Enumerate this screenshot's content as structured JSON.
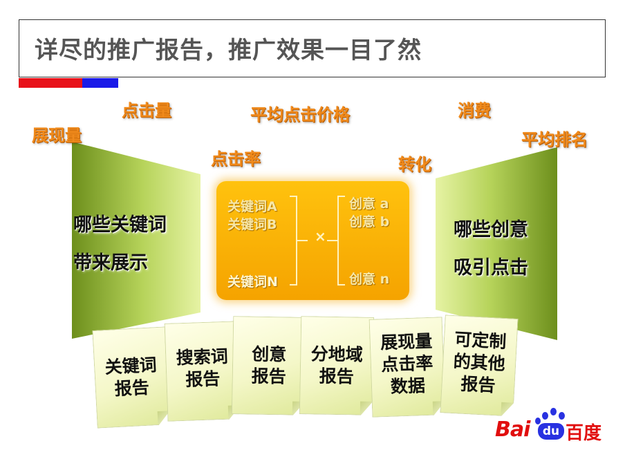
{
  "title": "详尽的推广报告，推广效果一目了然",
  "colors": {
    "red_bar": "#e8121a",
    "blue_bar": "#1a1ae8",
    "metric": "#f08a1c",
    "panel": "#7fa12a",
    "center": "#ffc20e"
  },
  "metrics": {
    "impressions": "展现量",
    "clicks": "点击量",
    "avg_cpc": "平均点击价格",
    "cost": "消费",
    "avg_rank": "平均排名",
    "ctr": "点击率",
    "conversion": "转化"
  },
  "left_panel": {
    "line1": "哪些关键词",
    "line2": "带来展示"
  },
  "right_panel": {
    "line1": "哪些创意",
    "line2": "吸引点击"
  },
  "center": {
    "kw_a": "关键词A",
    "kw_b": "关键词B",
    "kw_n": "关键词N",
    "times": "×",
    "cr_a": "创意 a",
    "cr_b": "创意 b",
    "cr_n": "创意 n"
  },
  "reports": [
    {
      "line1": "关键词",
      "line2": "报告"
    },
    {
      "line1": "搜索词",
      "line2": "报告"
    },
    {
      "line1": "创意",
      "line2": "报告"
    },
    {
      "line1": "分地域",
      "line2": "报告"
    },
    {
      "line1": "展现量",
      "line2": "点击率",
      "line3": "数据"
    },
    {
      "line1": "可定制",
      "line2": "的其他",
      "line3": "报告"
    }
  ],
  "logo": {
    "bai": "Bai",
    "du": "du",
    "cn": "百度"
  }
}
